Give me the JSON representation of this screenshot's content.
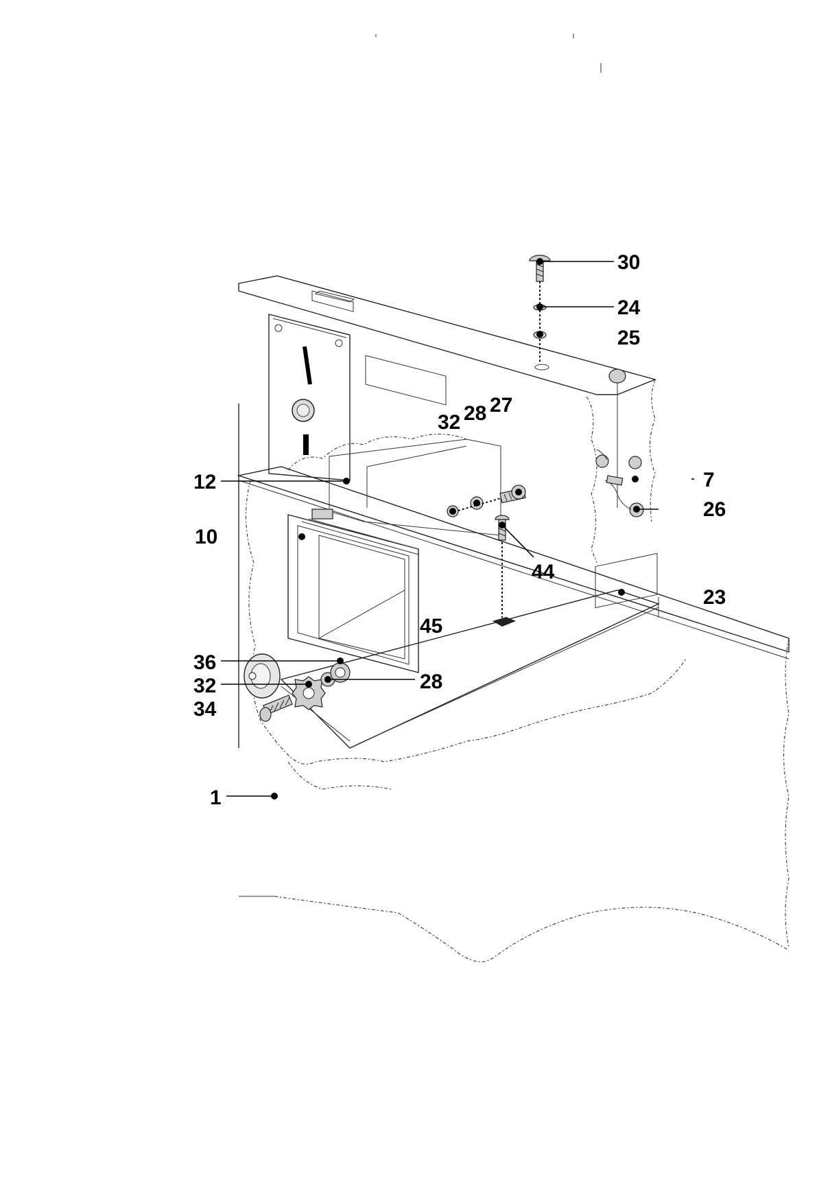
{
  "diagram": {
    "callouts": [
      {
        "id": "30",
        "label": "30"
      },
      {
        "id": "24",
        "label": "24"
      },
      {
        "id": "25",
        "label": "25"
      },
      {
        "id": "27",
        "label": "27"
      },
      {
        "id": "28-top",
        "label": "28"
      },
      {
        "id": "32-top",
        "label": "32"
      },
      {
        "id": "12",
        "label": "12"
      },
      {
        "id": "7",
        "label": "7"
      },
      {
        "id": "26",
        "label": "26"
      },
      {
        "id": "10",
        "label": "10"
      },
      {
        "id": "44",
        "label": "44"
      },
      {
        "id": "23",
        "label": "23"
      },
      {
        "id": "45",
        "label": "45"
      },
      {
        "id": "36",
        "label": "36"
      },
      {
        "id": "32-bottom",
        "label": "32"
      },
      {
        "id": "28-bottom",
        "label": "28"
      },
      {
        "id": "34",
        "label": "34"
      },
      {
        "id": "1",
        "label": "1"
      }
    ]
  }
}
